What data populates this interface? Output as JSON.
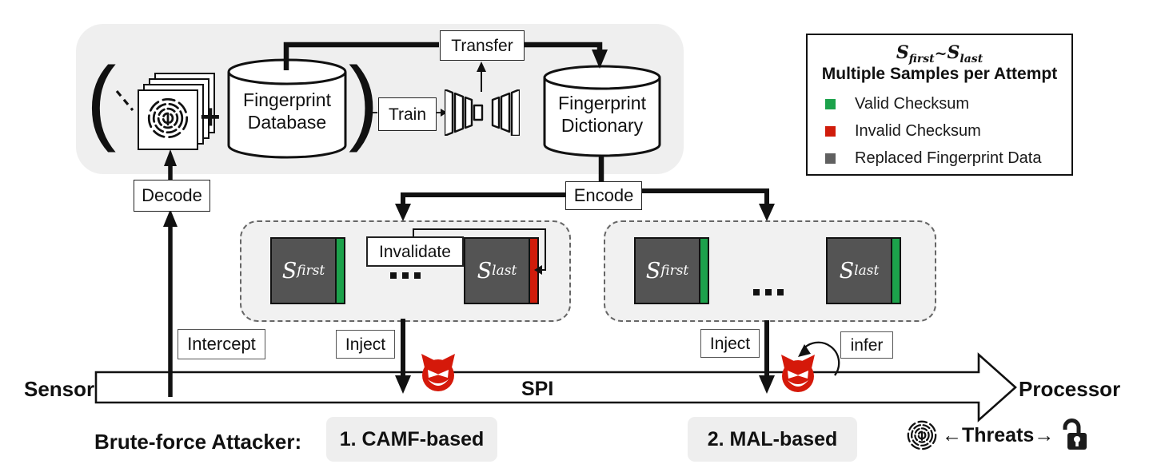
{
  "colors": {
    "valid_green": "#1ca24b",
    "invalid_red": "#d01c0b",
    "replaced_gray": "#606060",
    "devil_red": "#d5190a",
    "sample_gray": "#545454",
    "panel_gray": "#efefef"
  },
  "pipeline": {
    "paren_open": "(",
    "plus": "+",
    "paren_close": ")",
    "database_line1": "Fingerprint",
    "database_line2": "Database",
    "train": "Train",
    "transfer": "Transfer",
    "dictionary_line1": "Fingerprint",
    "dictionary_line2": "Dictionary",
    "decode": "Decode",
    "encode": "Encode"
  },
  "legend": {
    "series": {
      "s1": "S",
      "sub1": "first",
      "tilde": "~",
      "s2": "S",
      "sub2": "last"
    },
    "subtitle": "Multiple Samples per Attempt",
    "items": [
      {
        "label": "Valid Checksum",
        "color": "#1ca24b"
      },
      {
        "label": "Invalid Checksum",
        "color": "#d01c0b"
      },
      {
        "label": "Replaced Fingerprint Data",
        "color": "#606060"
      }
    ]
  },
  "camf": {
    "invalidate": "Invalidate",
    "first": {
      "sym": "S",
      "sub": "first"
    },
    "last": {
      "sym": "S",
      "sub": "last"
    }
  },
  "mal": {
    "first": {
      "sym": "S",
      "sub": "first"
    },
    "last": {
      "sym": "S",
      "sub": "last"
    }
  },
  "bus": {
    "sensor": "Sensor",
    "spi": "SPI",
    "processor": "Processor",
    "intercept": "Intercept",
    "inject_camf": "Inject",
    "inject_mal": "Inject",
    "infer": "infer"
  },
  "footer": {
    "attacker": "Brute-force Attacker:",
    "camf": "1. CAMF-based",
    "mal": "2. MAL-based",
    "arrow_left": "←",
    "threats": "Threats",
    "arrow_right": "→"
  }
}
